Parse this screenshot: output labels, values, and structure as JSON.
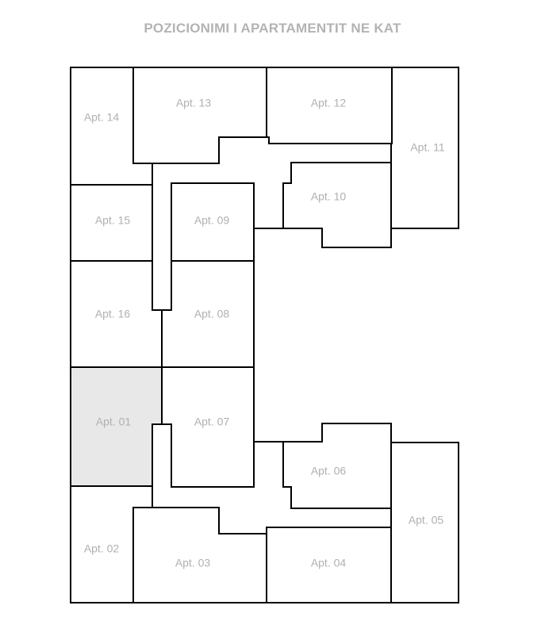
{
  "title": "POZICIONIMI I APARTAMENTIT NE KAT",
  "highlight_color": "#e8e8e8",
  "selected": "01",
  "apartments": {
    "a01": "Apt. 01",
    "a02": "Apt. 02",
    "a03": "Apt. 03",
    "a04": "Apt. 04",
    "a05": "Apt. 05",
    "a06": "Apt. 06",
    "a07": "Apt. 07",
    "a08": "Apt. 08",
    "a09": "Apt. 09",
    "a10": "Apt. 10",
    "a11": "Apt. 11",
    "a12": "Apt. 12",
    "a13": "Apt. 13",
    "a14": "Apt. 14",
    "a15": "Apt. 15",
    "a16": "Apt. 16"
  }
}
